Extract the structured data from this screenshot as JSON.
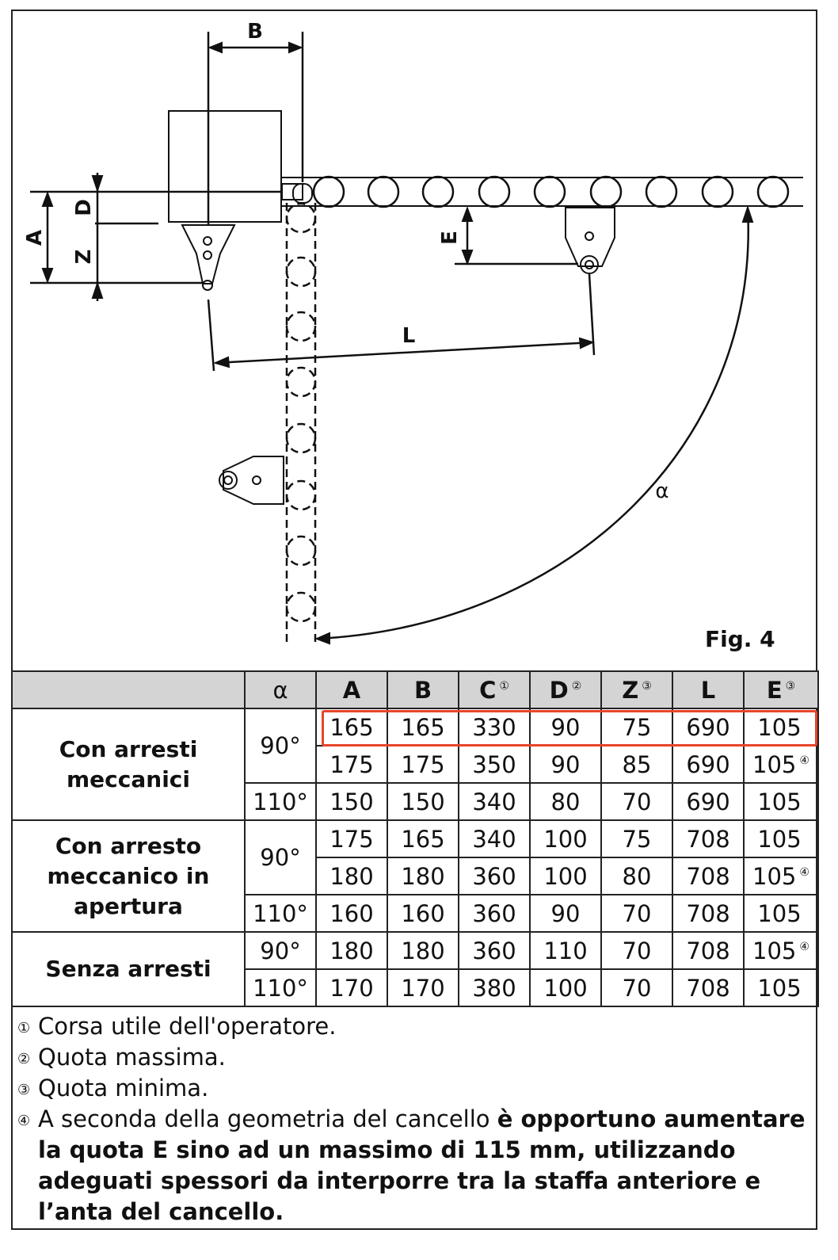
{
  "figure": {
    "label": "Fig. 4",
    "dimension_labels": {
      "A": "A",
      "B": "B",
      "D": "D",
      "Z": "Z",
      "E": "E",
      "L": "L",
      "alpha": "α"
    }
  },
  "table": {
    "header": [
      "α",
      "A",
      "B",
      "C",
      "D",
      "Z",
      "L",
      "E"
    ],
    "header_footnotes": {
      "C": "①",
      "D": "②",
      "Z": "③",
      "E": "③"
    },
    "groups": [
      {
        "label": "Con arresti meccanici",
        "rows": [
          {
            "alpha": "90°",
            "values": [
              "165",
              "165",
              "330",
              "90",
              "75",
              "690",
              "105"
            ],
            "e_note": ""
          },
          {
            "alpha": "",
            "values": [
              "175",
              "175",
              "350",
              "90",
              "85",
              "690",
              "105"
            ],
            "e_note": "④"
          },
          {
            "alpha": "110°",
            "values": [
              "150",
              "150",
              "340",
              "80",
              "70",
              "690",
              "105"
            ],
            "e_note": ""
          }
        ]
      },
      {
        "label": "Con arresto meccanico in apertura",
        "rows": [
          {
            "alpha": "90°",
            "values": [
              "175",
              "165",
              "340",
              "100",
              "75",
              "708",
              "105"
            ],
            "e_note": ""
          },
          {
            "alpha": "",
            "values": [
              "180",
              "180",
              "360",
              "100",
              "80",
              "708",
              "105"
            ],
            "e_note": "④"
          },
          {
            "alpha": "110°",
            "values": [
              "160",
              "160",
              "360",
              "90",
              "70",
              "708",
              "105"
            ],
            "e_note": ""
          }
        ]
      },
      {
        "label": "Senza arresti",
        "rows": [
          {
            "alpha": "90°",
            "values": [
              "180",
              "180",
              "360",
              "110",
              "70",
              "708",
              "105"
            ],
            "e_note": "④"
          },
          {
            "alpha": "110°",
            "values": [
              "170",
              "170",
              "380",
              "100",
              "70",
              "708",
              "105"
            ],
            "e_note": ""
          }
        ]
      }
    ],
    "highlight_color": "#e8452a"
  },
  "notes": [
    {
      "mark": "①",
      "text": "Corsa utile dell'operatore."
    },
    {
      "mark": "②",
      "text": "Quota massima."
    },
    {
      "mark": "③",
      "text": "Quota minima."
    },
    {
      "mark": "④",
      "text": "A seconda della geometria del cancello ",
      "bold": "è opportuno aumentare la quota E sino ad un massimo di 115 mm, utilizzando adeguati spessori da interporre tra la staffa anteriore e l’anta del cancello."
    }
  ]
}
